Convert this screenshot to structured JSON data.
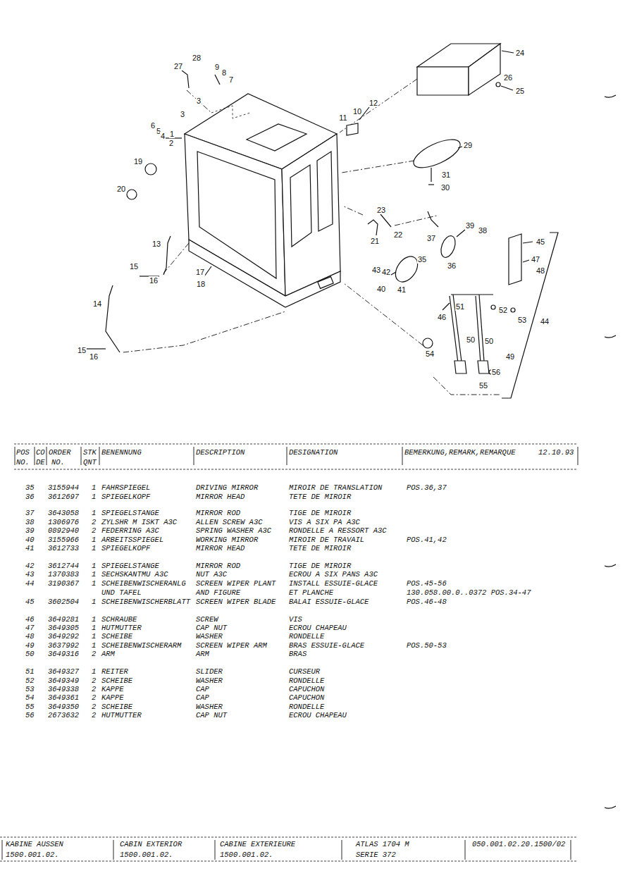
{
  "diagram": {
    "labels": [
      "28",
      "27",
      "9",
      "8",
      "7",
      "3",
      "3",
      "6",
      "5",
      "4",
      "1",
      "2",
      "19",
      "20",
      "13",
      "15",
      "16",
      "14",
      "15",
      "16",
      "17",
      "18",
      "11",
      "10",
      "12",
      "24",
      "26",
      "25",
      "29",
      "31",
      "30",
      "23",
      "22",
      "21",
      "37",
      "39",
      "38",
      "45",
      "47",
      "48",
      "35",
      "36",
      "43",
      "42",
      "40",
      "41",
      "51",
      "46",
      "52",
      "53",
      "44",
      "50",
      "50",
      "49",
      "54",
      "56",
      "55",
      "POS",
      "NO.",
      "CO",
      "DE",
      "ORDER",
      "NO.",
      "STK",
      "QNT",
      "BENENNUNG",
      "DESCRIPTION",
      "DESIGNATION",
      "BEMERKUNG,REMARK,REMARQUE",
      "12.10.93",
      "35",
      "3155944",
      "1",
      "FAHRSPIEGEL",
      "DRIVING MIRROR",
      "MIROIR DE TRANSLATION",
      "POS.36,37",
      "36",
      "3612697",
      "1",
      "SPIEGELKOPF",
      "MIRROR HEAD",
      "TETE DE MIROIR",
      "37",
      "3643058",
      "1",
      "SPIEGELSTANGE",
      "MIRROR ROD",
      "TIGE DE MIROIR",
      "38",
      "1306976",
      "2",
      "ZYLSHR M ISKT A3C",
      "ALLEN SCREW A3C",
      "VIS A SIX PA A3C",
      "39",
      "0892940",
      "2",
      "FEDERRING A3C",
      "SPRING WASHER A3C",
      "RONDELLE A RESSORT A3C",
      "40",
      "3155966",
      "1",
      "ARBEITSSPIEGEL",
      "WORKING MIRROR",
      "MIROIR DE TRAVAIL",
      "POS.41,42",
      "41",
      "3612733",
      "1",
      "SPIEGELKOPF",
      "MIRROR HEAD",
      "TETE DE MIROIR",
      "42",
      "3612744",
      "1",
      "SPIEGELSTANGE",
      "MIRROR ROD",
      "TIGE DE MIROIR",
      "43",
      "1370383",
      "1",
      "SECHSKANTMU A3C",
      "NUT A3C",
      "ECROU A SIX PANS A3C",
      "44",
      "3190367",
      "1",
      "SCHEIBENWISCHERANLG UND TAFEL",
      "SCREEN WIPER PLANT AND FIGURE",
      "INSTALL ESSUIE-GLACE ET PLANCHE",
      "POS.45-56",
      "130.058.00.0..0372 POS.34-47",
      "45",
      "3602504",
      "1",
      "SCHEIBENWISCHERBLATT",
      "SCREEN WIPER BLADE",
      "BALAI ESSUIE-GLACE",
      "POS.46-48",
      "46",
      "3649281",
      "1",
      "SCHRAUBE",
      "SCREW",
      "VIS",
      "47",
      "3649305",
      "1",
      "HUTMUTTER",
      "CAP NUT",
      "ECROU CHAPEAU",
      "48",
      "3649292",
      "1",
      "SCHEIBE",
      "WASHER",
      "RONDELLE",
      "49",
      "3637992",
      "1",
      "SCHEIBENWISCHERARM",
      "SCREEN WIPER ARM",
      "BRAS ESSUIE-GLACE",
      "POS.50-53",
      "50",
      "3649316",
      "2",
      "ARM",
      "ARM",
      "BRAS",
      "51",
      "3649327",
      "1",
      "REITER",
      "SLIDER",
      "CURSEUR",
      "52",
      "3649349",
      "2",
      "SCHEIBE",
      "WASHER",
      "RONDELLE",
      "53",
      "3649338",
      "2",
      "KAPPE",
      "CAP",
      "CAPUCHON",
      "54",
      "3649361",
      "2",
      "KAPPE",
      "CAP",
      "CAPUCHON",
      "55",
      "3649350",
      "2",
      "SCHEIBE",
      "WASHER",
      "RONDELLE",
      "56",
      "2673632",
      "2",
      "HUTMUTTER",
      "CAP NUT",
      "ECROU CHAPEAU",
      "KABINE AUSSEN",
      "1500.001.02.",
      "CABIN EXTERIOR",
      "1500.001.02.",
      "CABINE EXTERIEURE",
      "1500.001.02.",
      "ATLAS 1704 M",
      "SERIE 372",
      "050.001.02.20.1500/02"
    ]
  }
}
